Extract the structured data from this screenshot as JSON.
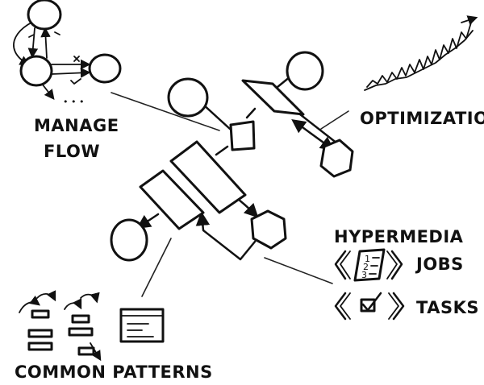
{
  "labels": {
    "manage_line1": "MANAGE",
    "manage_line2": "FLOW",
    "optimization": "OPTIMIZATION",
    "hypermedia": "HYPERMEDIA",
    "jobs": "JOBS",
    "tasks": "TASKS",
    "common_patterns": "COMMON PATTERNS"
  },
  "glyphs": {
    "ellipsis": "• • •",
    "list_numbers": [
      "1",
      "2",
      "3"
    ]
  },
  "colors": {
    "ink": "#111111",
    "paper": "#ffffff"
  }
}
